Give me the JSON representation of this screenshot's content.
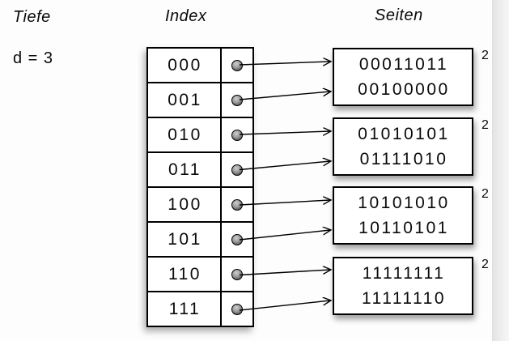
{
  "header": {
    "depth_label": "Tiefe",
    "depth_value": "d = 3",
    "index_label": "Index",
    "pages_label": "Seiten"
  },
  "index": {
    "rows": [
      "000",
      "001",
      "010",
      "011",
      "100",
      "101",
      "110",
      "111"
    ]
  },
  "pages": [
    {
      "line1": "00011011",
      "line2": "00100000",
      "local_depth": "2"
    },
    {
      "line1": "01010101",
      "line2": "01111010",
      "local_depth": "2"
    },
    {
      "line1": "10101010",
      "line2": "10110101",
      "local_depth": "2"
    },
    {
      "line1": "11111111",
      "line2": "11111110",
      "local_depth": "2"
    }
  ],
  "links": [
    {
      "index": "000",
      "page": 1
    },
    {
      "index": "001",
      "page": 1
    },
    {
      "index": "010",
      "page": 2
    },
    {
      "index": "011",
      "page": 2
    },
    {
      "index": "100",
      "page": 3
    },
    {
      "index": "101",
      "page": 3
    },
    {
      "index": "110",
      "page": 4
    },
    {
      "index": "111",
      "page": 4
    }
  ]
}
